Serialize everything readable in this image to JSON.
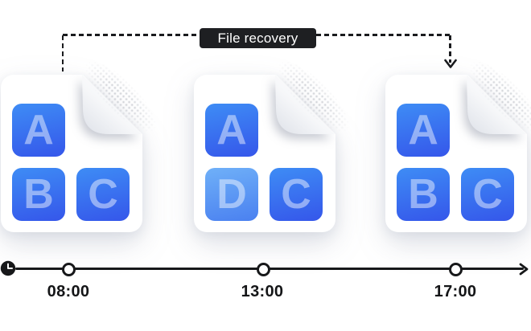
{
  "recovery_label": {
    "text": "File recovery",
    "bg_color": "#1e1f22",
    "text_color": "#ffffff"
  },
  "files": [
    {
      "blocks": [
        {
          "letter": "A",
          "variant": "primary"
        },
        {
          "letter": "B",
          "variant": "primary"
        },
        {
          "letter": "C",
          "variant": "primary"
        }
      ]
    },
    {
      "blocks": [
        {
          "letter": "A",
          "variant": "primary"
        },
        {
          "letter": "D",
          "variant": "light"
        },
        {
          "letter": "C",
          "variant": "primary"
        }
      ]
    },
    {
      "blocks": [
        {
          "letter": "A",
          "variant": "primary"
        },
        {
          "letter": "B",
          "variant": "primary"
        },
        {
          "letter": "C",
          "variant": "primary"
        }
      ]
    }
  ],
  "timeline": {
    "times": [
      "08:00",
      "13:00",
      "17:00"
    ],
    "start_icon": "clock-icon",
    "end_icon": "arrow-right-icon",
    "line_color": "#17181a"
  },
  "icons": {
    "recovery_arrow": "arrow-down-icon",
    "fold": "folded-corner"
  },
  "colors": {
    "background": "#ffffff",
    "line_art": "#17181a",
    "dash": "#1a1b1e",
    "block_primary_top": "#3E8CF5",
    "block_primary_bottom": "#3556EA",
    "block_light_top": "#6FB0F8",
    "block_light_bottom": "#4A80F0",
    "block_letter": "rgba(255,255,255,0.46)"
  }
}
